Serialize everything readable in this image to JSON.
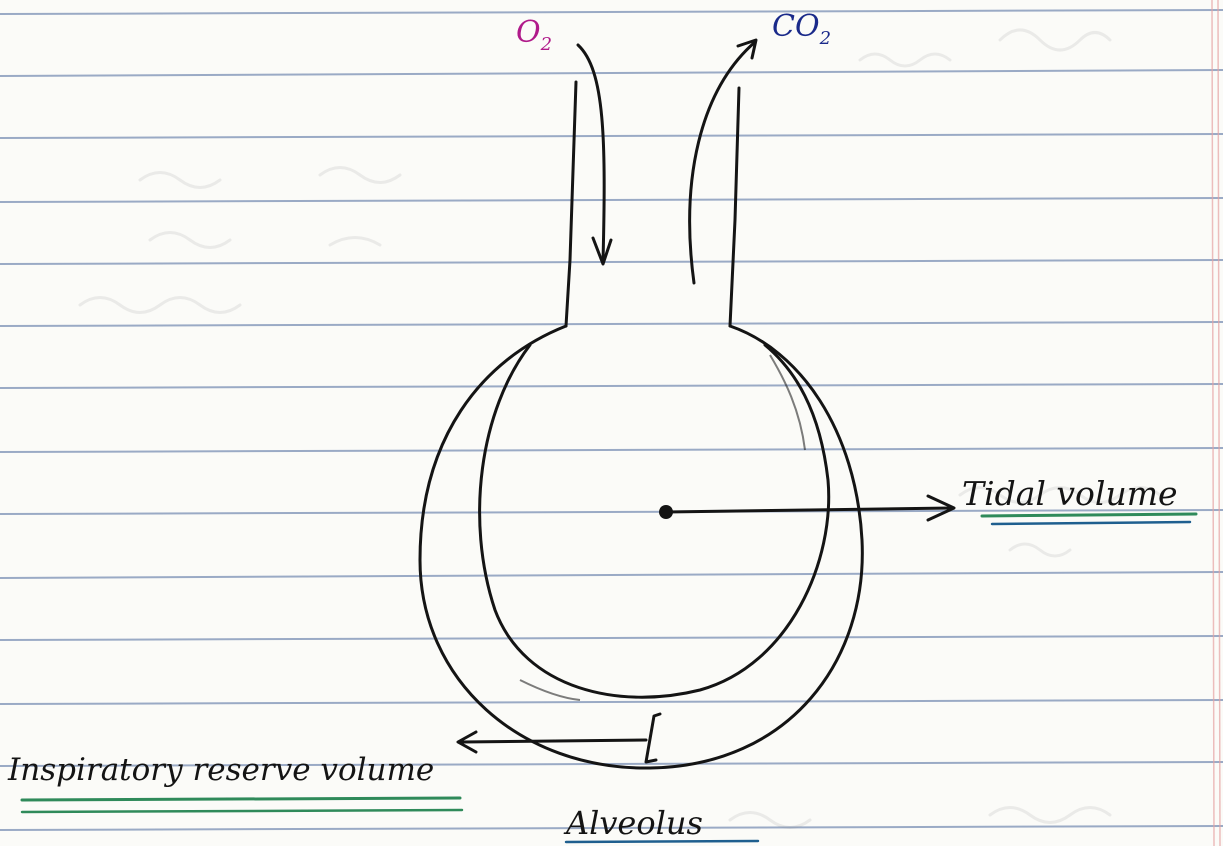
{
  "labels": {
    "o2": "O",
    "o2_sub": "2",
    "co2": "CO",
    "co2_sub": "2",
    "tidal_volume": "Tidal volume",
    "inspiratory_reserve_volume": "Inspiratory reserve volume",
    "alveolus": "Alveolus"
  },
  "colors": {
    "paper": "#fbfbf8",
    "rule_line": "#7a8fb5",
    "margin_line": "#e6a3a3",
    "ink": "#141414",
    "o2_ink": "#b01a8a",
    "co2_ink": "#1a2a8a",
    "underline_green": "#2f8a5a",
    "underline_blue": "#1f5f8f",
    "ghost_text": "#b9b9b9"
  }
}
